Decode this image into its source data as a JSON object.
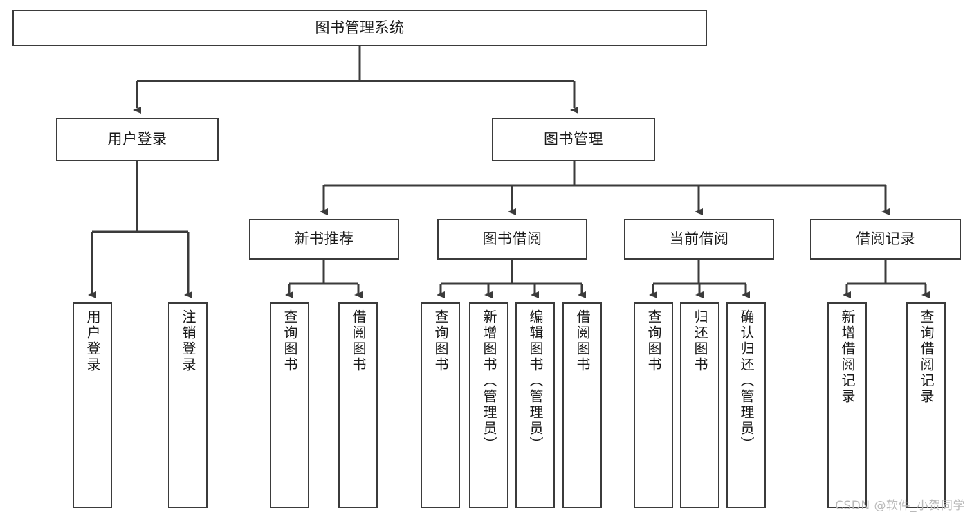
{
  "diagram": {
    "title": "图书管理系统",
    "type": "tree-hierarchy-chart",
    "colors": {
      "stroke": "#3b3b3b",
      "fill": "#ffffff",
      "text": "#1a1a1a",
      "watermark": "#b9b9b9"
    },
    "root": {
      "id": "root",
      "label": "图书管理系统"
    },
    "level2": [
      {
        "id": "user-login",
        "label": "用户登录"
      },
      {
        "id": "book-manage",
        "label": "图书管理"
      }
    ],
    "level3": [
      {
        "id": "new-book-recommend",
        "label": "新书推荐"
      },
      {
        "id": "book-borrow",
        "label": "图书借阅"
      },
      {
        "id": "current-borrow",
        "label": "当前借阅"
      },
      {
        "id": "borrow-record",
        "label": "借阅记录"
      }
    ],
    "leaves": {
      "user_login": [
        {
          "id": "leaf-user-login",
          "label": "用户登录"
        },
        {
          "id": "leaf-logout-login",
          "label": "注销登录"
        }
      ],
      "new_book_recommend": [
        {
          "id": "leaf-query-book-1",
          "label": "查询图书"
        },
        {
          "id": "leaf-borrow-book-1",
          "label": "借阅图书"
        }
      ],
      "book_borrow": [
        {
          "id": "leaf-query-book-2",
          "label": "查询图书"
        },
        {
          "id": "leaf-add-book",
          "label": "新增图书（管理员）"
        },
        {
          "id": "leaf-edit-book",
          "label": "编辑图书（管理员）"
        },
        {
          "id": "leaf-borrow-book-2",
          "label": "借阅图书"
        }
      ],
      "current_borrow": [
        {
          "id": "leaf-query-book-3",
          "label": "查询图书"
        },
        {
          "id": "leaf-return-book",
          "label": "归还图书"
        },
        {
          "id": "leaf-confirm-return",
          "label": "确认归还（管理员）"
        }
      ],
      "borrow_record": [
        {
          "id": "leaf-add-record",
          "label": "新增借阅记录"
        },
        {
          "id": "leaf-query-record",
          "label": "查询借阅记录"
        }
      ]
    },
    "watermark": "CSDN @软件_小贺同学"
  }
}
